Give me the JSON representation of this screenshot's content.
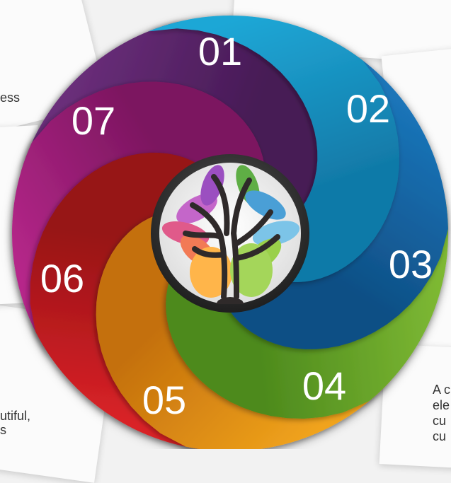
{
  "side_text": {
    "left_top": "ess",
    "left_bottom": "utiful,\ns",
    "right_bottom": "A c\nele\ncu\ncu"
  },
  "segments": [
    {
      "label": "01",
      "color": "#1fa7d6",
      "dark": "#117aa8"
    },
    {
      "label": "02",
      "color": "#1a74b8",
      "dark": "#0f4f85"
    },
    {
      "label": "03",
      "color": "#7db833",
      "dark": "#4d8a1d"
    },
    {
      "label": "04",
      "color": "#f0a31c",
      "dark": "#c4700c"
    },
    {
      "label": "05",
      "color": "#d92227",
      "dark": "#971216"
    },
    {
      "label": "06",
      "color": "#b6278a",
      "dark": "#7c1660"
    },
    {
      "label": "07",
      "color": "#6a2e7a",
      "dark": "#461a55"
    }
  ],
  "center": {
    "icon": "tree-icon",
    "ring_color": "#3a3a3a"
  }
}
